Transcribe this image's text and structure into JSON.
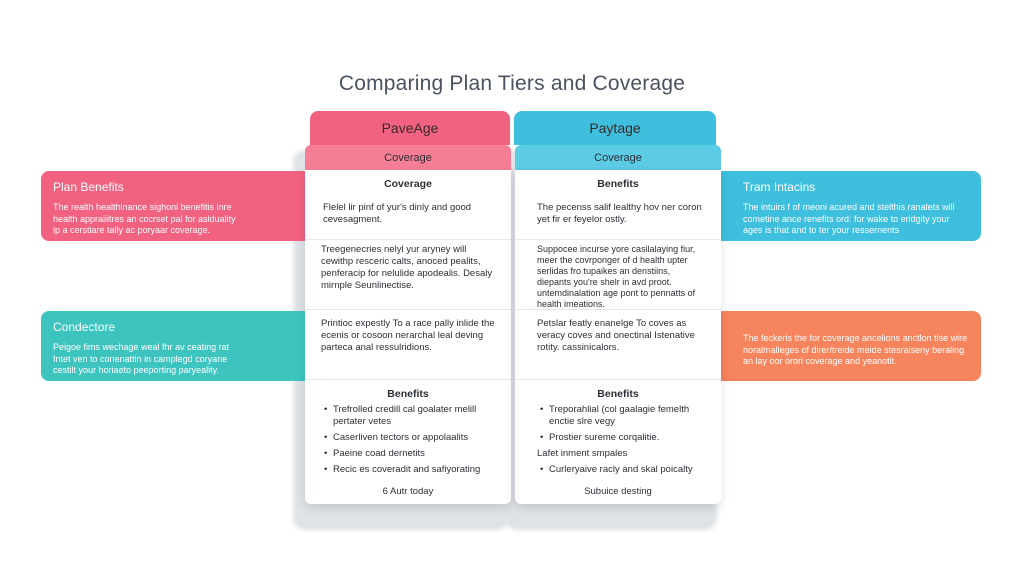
{
  "title": "Comparing Plan Tiers and Coverage",
  "colors": {
    "pink": "#f06280",
    "pink_light": "#f57e95",
    "cyan": "#3dbfdd",
    "cyan_light": "#5ccbe4",
    "teal": "#3ec4bf",
    "orange": "#f6855e",
    "title": "#4a5260"
  },
  "left_tier": {
    "header": "PaveAge",
    "subheader": "Coverage",
    "cell1": {
      "heading": "Coverage",
      "text": "Flelel lir pinf of yur's dinly and good cevesagment."
    },
    "cell2": {
      "text": "Treegenecries nelyl yur aryney will cewithp resceric calts, anoced pealits, penferacip for nelulide apodealis. Desaly mirnple Seunlinectise."
    },
    "cell3": {
      "text": "Printioc expestly To a race pally inlide the ecenis or cosoon nerarchal leal deving parteca anal ressulridions."
    },
    "cell4": {
      "heading": "Benefits",
      "items": [
        {
          "text": "Trefrolled credill cal goalater melill pertater vetes",
          "bullet": true
        },
        {
          "text": "Caserliven tectors or appolaalits",
          "bullet": true
        },
        {
          "text": "Paeine coad dernetits",
          "bullet": true
        },
        {
          "text": "Recic es coveradit and safiyorating",
          "bullet": true
        }
      ],
      "footer": "6 Autr today"
    }
  },
  "right_tier": {
    "header": "Paytage",
    "subheader": "Coverage",
    "cell1": {
      "heading": "Benefits",
      "text": "The pecenss salif lealthy hov ner coron yet fir er feyelor ostly."
    },
    "cell2": {
      "text": "Suppocee incurse yore casilalaying fiur, meer the covrponger of d health upter serlidas fro tupaikes an denstiins, diepants you're shelr in avd proot. untemdinalation age pont to pennatts of health imeations."
    },
    "cell3": {
      "text": "Petslar featly enanelge To coves as veracy coves and onectinal Istenative rotity. cassinicalors."
    },
    "cell4": {
      "heading": "Benefits",
      "items": [
        {
          "text": "Treporahlial (col gaalagie femelth enctie slre vegy",
          "bullet": true
        },
        {
          "text": "Prostier sureme corqalitie.",
          "bullet": true
        },
        {
          "text": "Lafet inment smpales",
          "bullet": false
        },
        {
          "text": "Curleryaive racly and skal poicalty",
          "bullet": true
        }
      ],
      "footer": "Subuice desting"
    }
  },
  "side_left_top": {
    "title": "Plan Benefits",
    "text": "The realth healthinance sighoni benefitis inre health appraiiitres an cocrset pal for aslduality ip a cerstiare tally ac poryaar coverage."
  },
  "side_left_bottom": {
    "title": "Condectore",
    "text": "Peigoe fims wechage weal fhr av ceating rat Intet ven to conenattin in camplegd coryane cestilt your horiaeto peeporting paryeality."
  },
  "side_right_top": {
    "title": "Tram Intacins",
    "text": "The intuirs f of meoni acured and stelthis ranalets will cometine ance renefits ord: for wake to eridgity your ages is that and to ter your ressernents"
  },
  "side_right_bottom": {
    "title": "",
    "text": "The feckeris the for coverage ancelions anctlon tlse wire noralmalleges of direr/treide meide stesraiseny beraling an lay oor orori coverage and yeanotit."
  }
}
